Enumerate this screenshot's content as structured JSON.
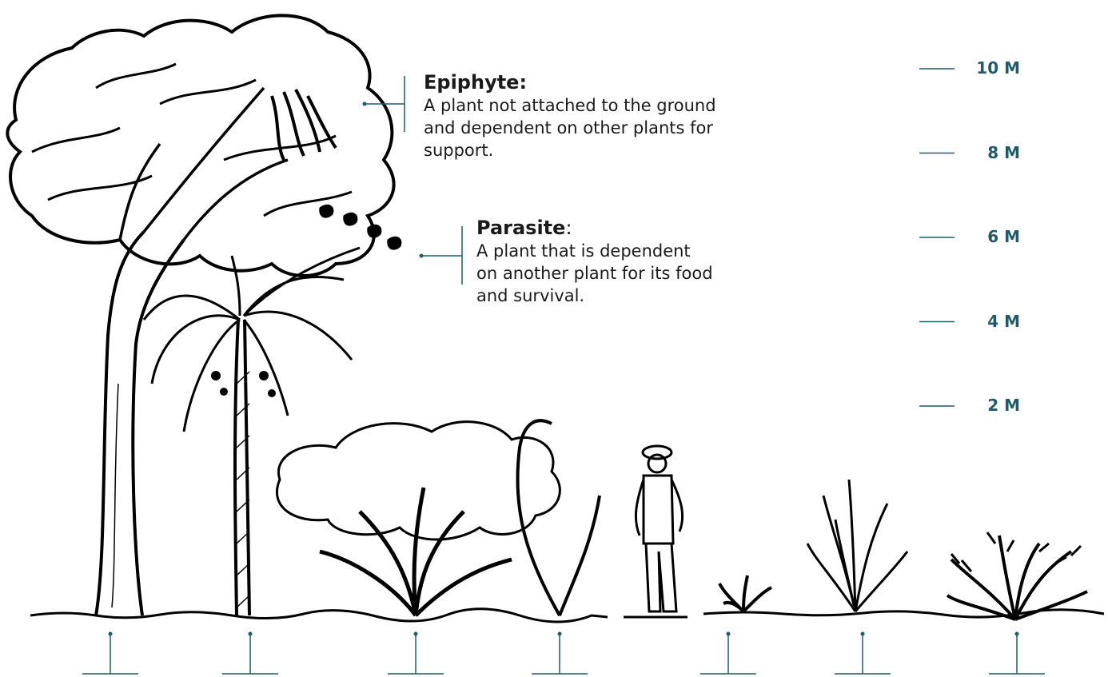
{
  "labels": {
    "epiphyte": {
      "title": "Epiphyte:",
      "description_lines": [
        "A plant not attached to the ground",
        "and dependent on other plants for",
        "support."
      ]
    },
    "parasite": {
      "title": "Parasite",
      "title_suffix": ":",
      "description_lines": [
        "A plant that is dependent",
        "on another plant for its food",
        "and survival."
      ]
    }
  },
  "height_scale": {
    "unit_marks": [
      "10 M",
      "8 M",
      "6 M",
      "4 M",
      "2 M"
    ],
    "values_m": [
      10,
      8,
      6,
      4,
      2
    ]
  },
  "ground_markers": {
    "count": 7
  },
  "colors": {
    "accent": "#1f5b68",
    "ink": "#000000",
    "text": "#1a1a1a",
    "background": "#ffffff"
  }
}
